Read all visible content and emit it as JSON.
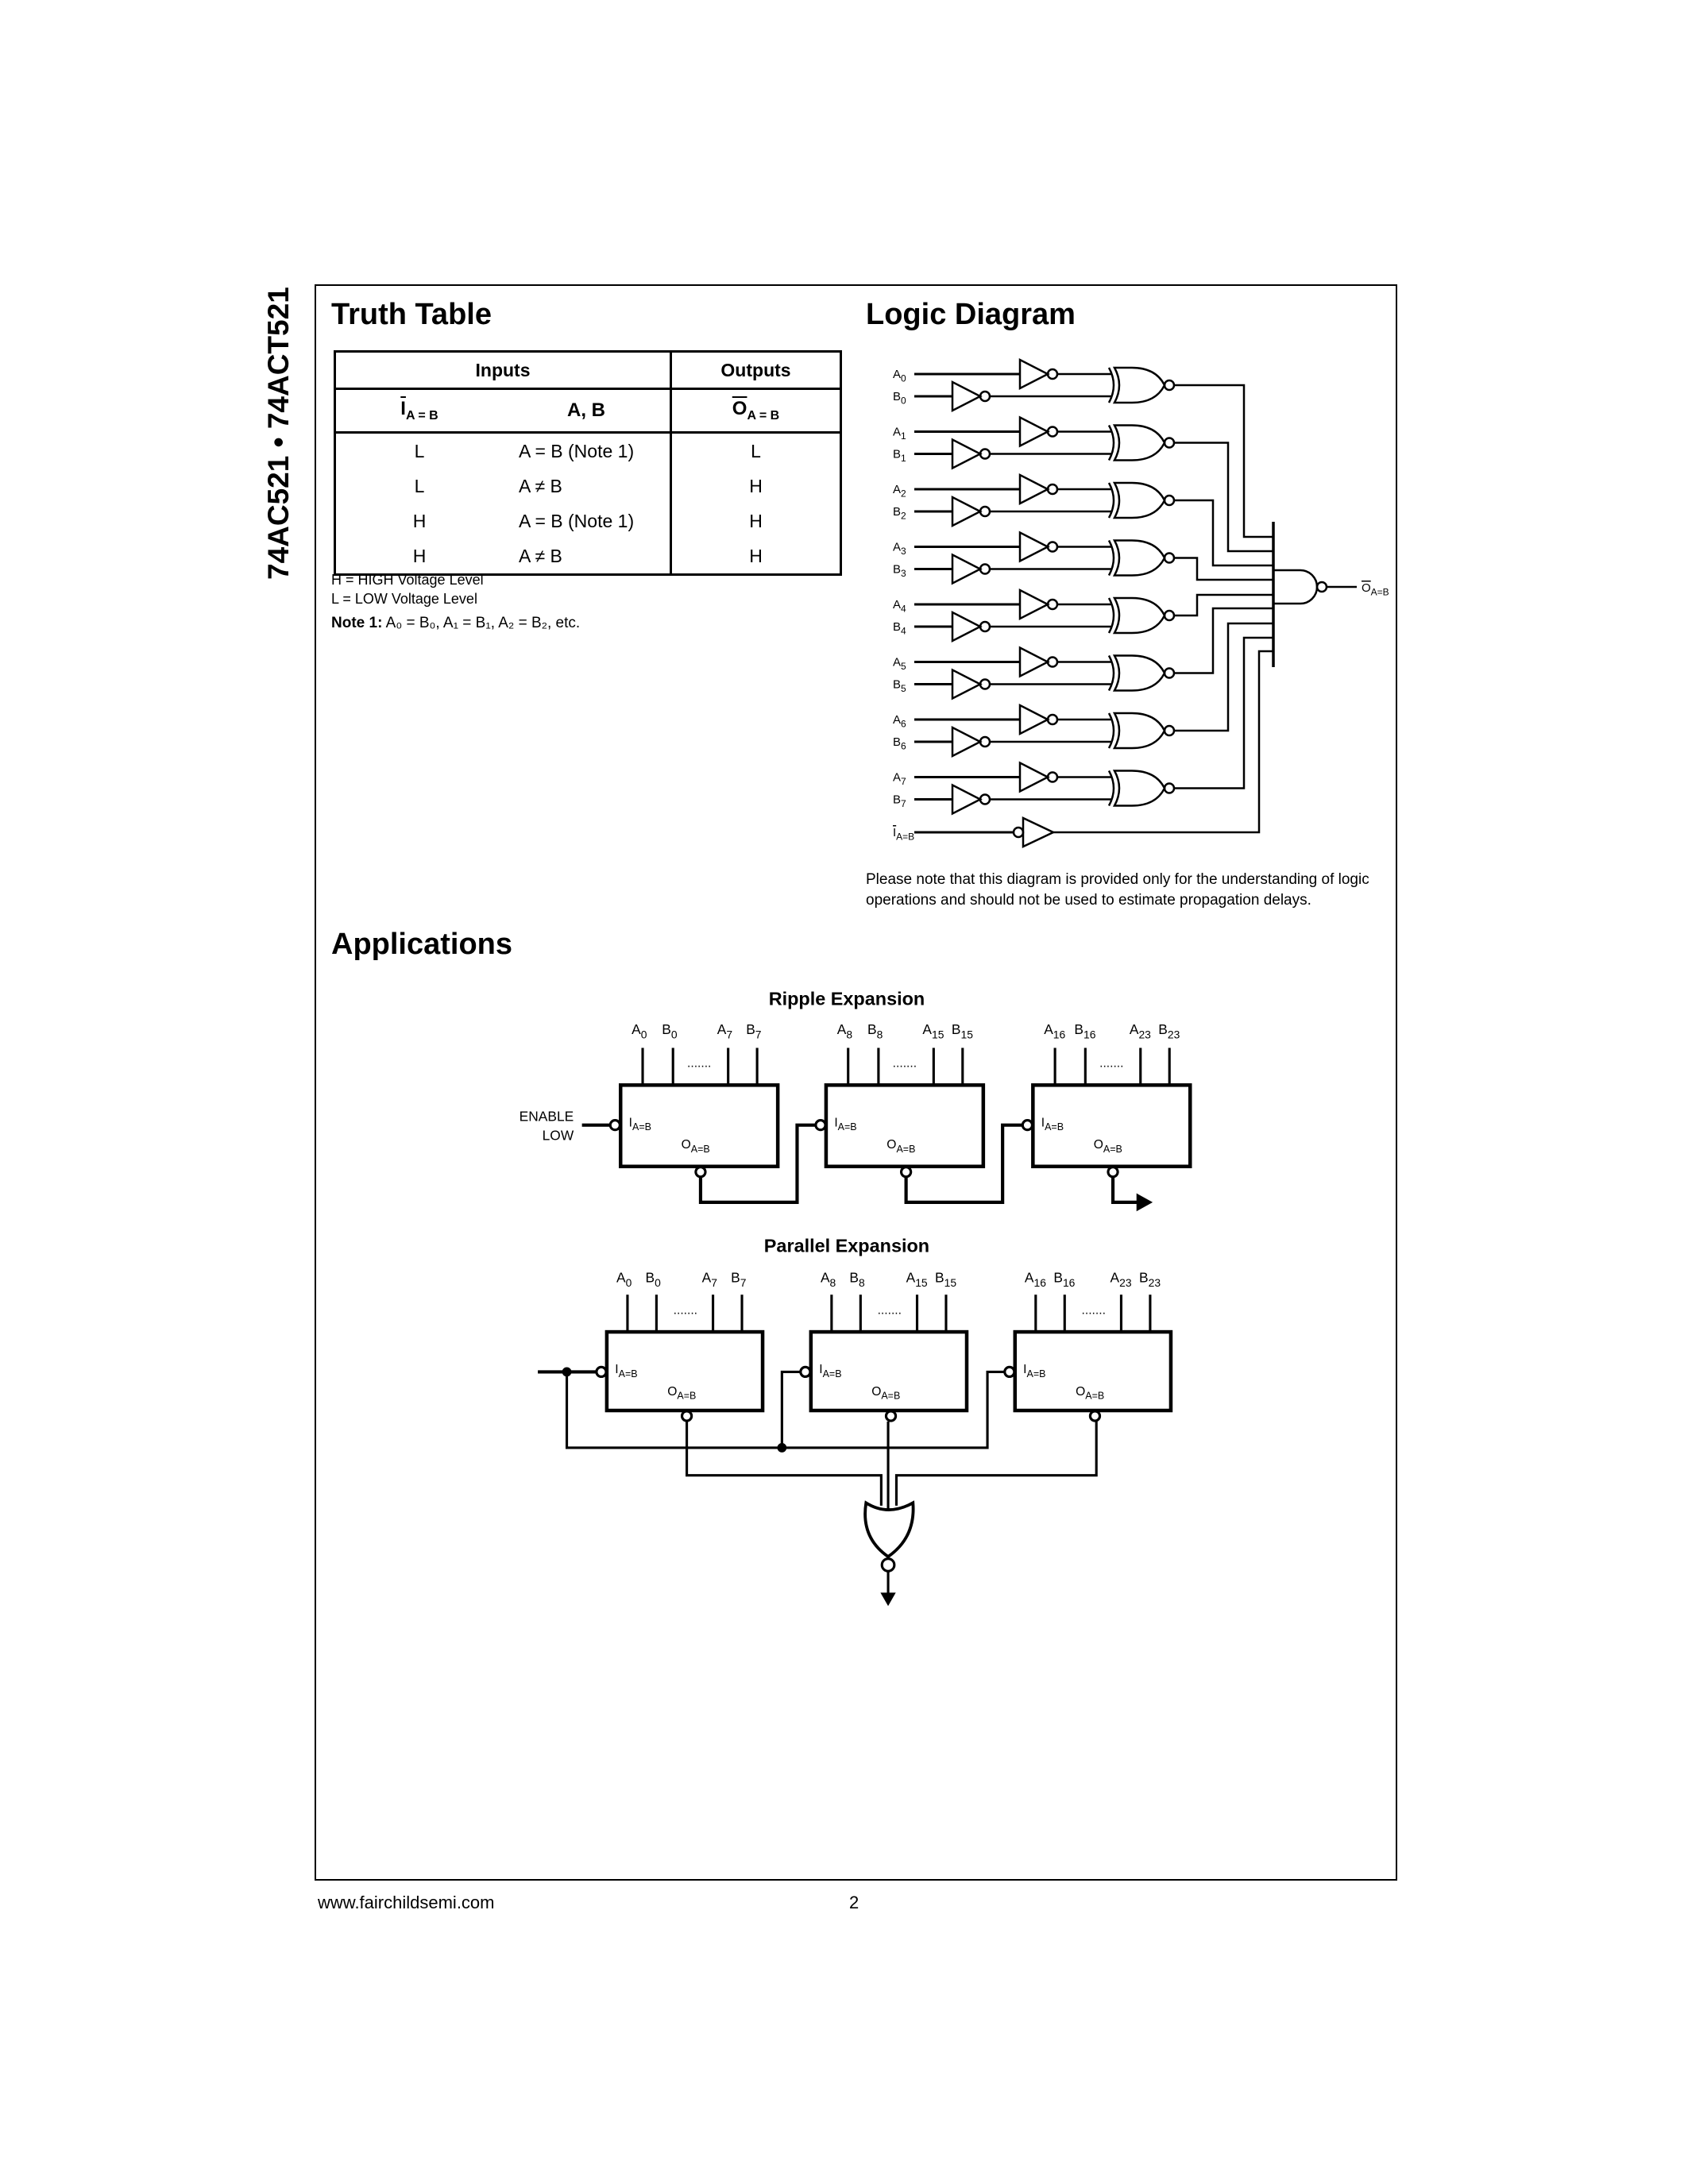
{
  "side_title": "74AC521 • 74ACT521",
  "truth_table": {
    "title": "Truth Table",
    "header_inputs": "Inputs",
    "header_outputs": "Outputs",
    "col_i": {
      "base": "I",
      "sub": "A = B"
    },
    "col_ab": "A, B",
    "col_o": {
      "base": "O",
      "sub": "A = B"
    },
    "rows": [
      [
        "L",
        "A = B (Note 1)",
        "L"
      ],
      [
        "L",
        "A ≠ B",
        "H"
      ],
      [
        "H",
        "A = B (Note 1)",
        "H"
      ],
      [
        "H",
        "A ≠ B",
        "H"
      ]
    ],
    "legend": [
      "H = HIGH Voltage Level",
      "L = LOW Voltage Level"
    ],
    "note_label": "Note 1:",
    "note_text": "A₀ = B₀, A₁ = B₁, A₂ = B₂, etc."
  },
  "logic_diagram": {
    "title": "Logic Diagram",
    "inputs": [
      [
        {
          "b": "A",
          "s": "0"
        },
        {
          "b": "B",
          "s": "0"
        }
      ],
      [
        {
          "b": "A",
          "s": "1"
        },
        {
          "b": "B",
          "s": "1"
        }
      ],
      [
        {
          "b": "A",
          "s": "2"
        },
        {
          "b": "B",
          "s": "2"
        }
      ],
      [
        {
          "b": "A",
          "s": "3"
        },
        {
          "b": "B",
          "s": "3"
        }
      ],
      [
        {
          "b": "A",
          "s": "4"
        },
        {
          "b": "B",
          "s": "4"
        }
      ],
      [
        {
          "b": "A",
          "s": "5"
        },
        {
          "b": "B",
          "s": "5"
        }
      ],
      [
        {
          "b": "A",
          "s": "6"
        },
        {
          "b": "B",
          "s": "6"
        }
      ],
      [
        {
          "b": "A",
          "s": "7"
        },
        {
          "b": "B",
          "s": "7"
        }
      ]
    ],
    "enable_input": {
      "b": "I",
      "s": "A=B"
    },
    "output": {
      "b": "O",
      "s": "A=B"
    },
    "note": [
      "Please note that this diagram is provided only for the understanding of logic",
      "operations and should not be used to estimate propagation delays."
    ]
  },
  "applications": {
    "title": "Applications",
    "block_in": {
      "b": "I",
      "s": "A=B"
    },
    "block_out": {
      "b": "O",
      "s": "A=B"
    },
    "dots": ".......",
    "ripple": {
      "title": "Ripple Expansion",
      "enable_label": [
        "ENABLE",
        "LOW"
      ],
      "blocks": [
        [
          {
            "b": "A",
            "s": "0"
          },
          {
            "b": "B",
            "s": "0"
          },
          {
            "b": "A",
            "s": "7"
          },
          {
            "b": "B",
            "s": "7"
          }
        ],
        [
          {
            "b": "A",
            "s": "8"
          },
          {
            "b": "B",
            "s": "8"
          },
          {
            "b": "A",
            "s": "15"
          },
          {
            "b": "B",
            "s": "15"
          }
        ],
        [
          {
            "b": "A",
            "s": "16"
          },
          {
            "b": "B",
            "s": "16"
          },
          {
            "b": "A",
            "s": "23"
          },
          {
            "b": "B",
            "s": "23"
          }
        ]
      ]
    },
    "parallel": {
      "title": "Parallel Expansion",
      "blocks": [
        [
          {
            "b": "A",
            "s": "0"
          },
          {
            "b": "B",
            "s": "0"
          },
          {
            "b": "A",
            "s": "7"
          },
          {
            "b": "B",
            "s": "7"
          }
        ],
        [
          {
            "b": "A",
            "s": "8"
          },
          {
            "b": "B",
            "s": "8"
          },
          {
            "b": "A",
            "s": "15"
          },
          {
            "b": "B",
            "s": "15"
          }
        ],
        [
          {
            "b": "A",
            "s": "16"
          },
          {
            "b": "B",
            "s": "16"
          },
          {
            "b": "A",
            "s": "23"
          },
          {
            "b": "B",
            "s": "23"
          }
        ]
      ]
    }
  },
  "footer": {
    "url": "www.fairchildsemi.com",
    "page_number": "2"
  }
}
